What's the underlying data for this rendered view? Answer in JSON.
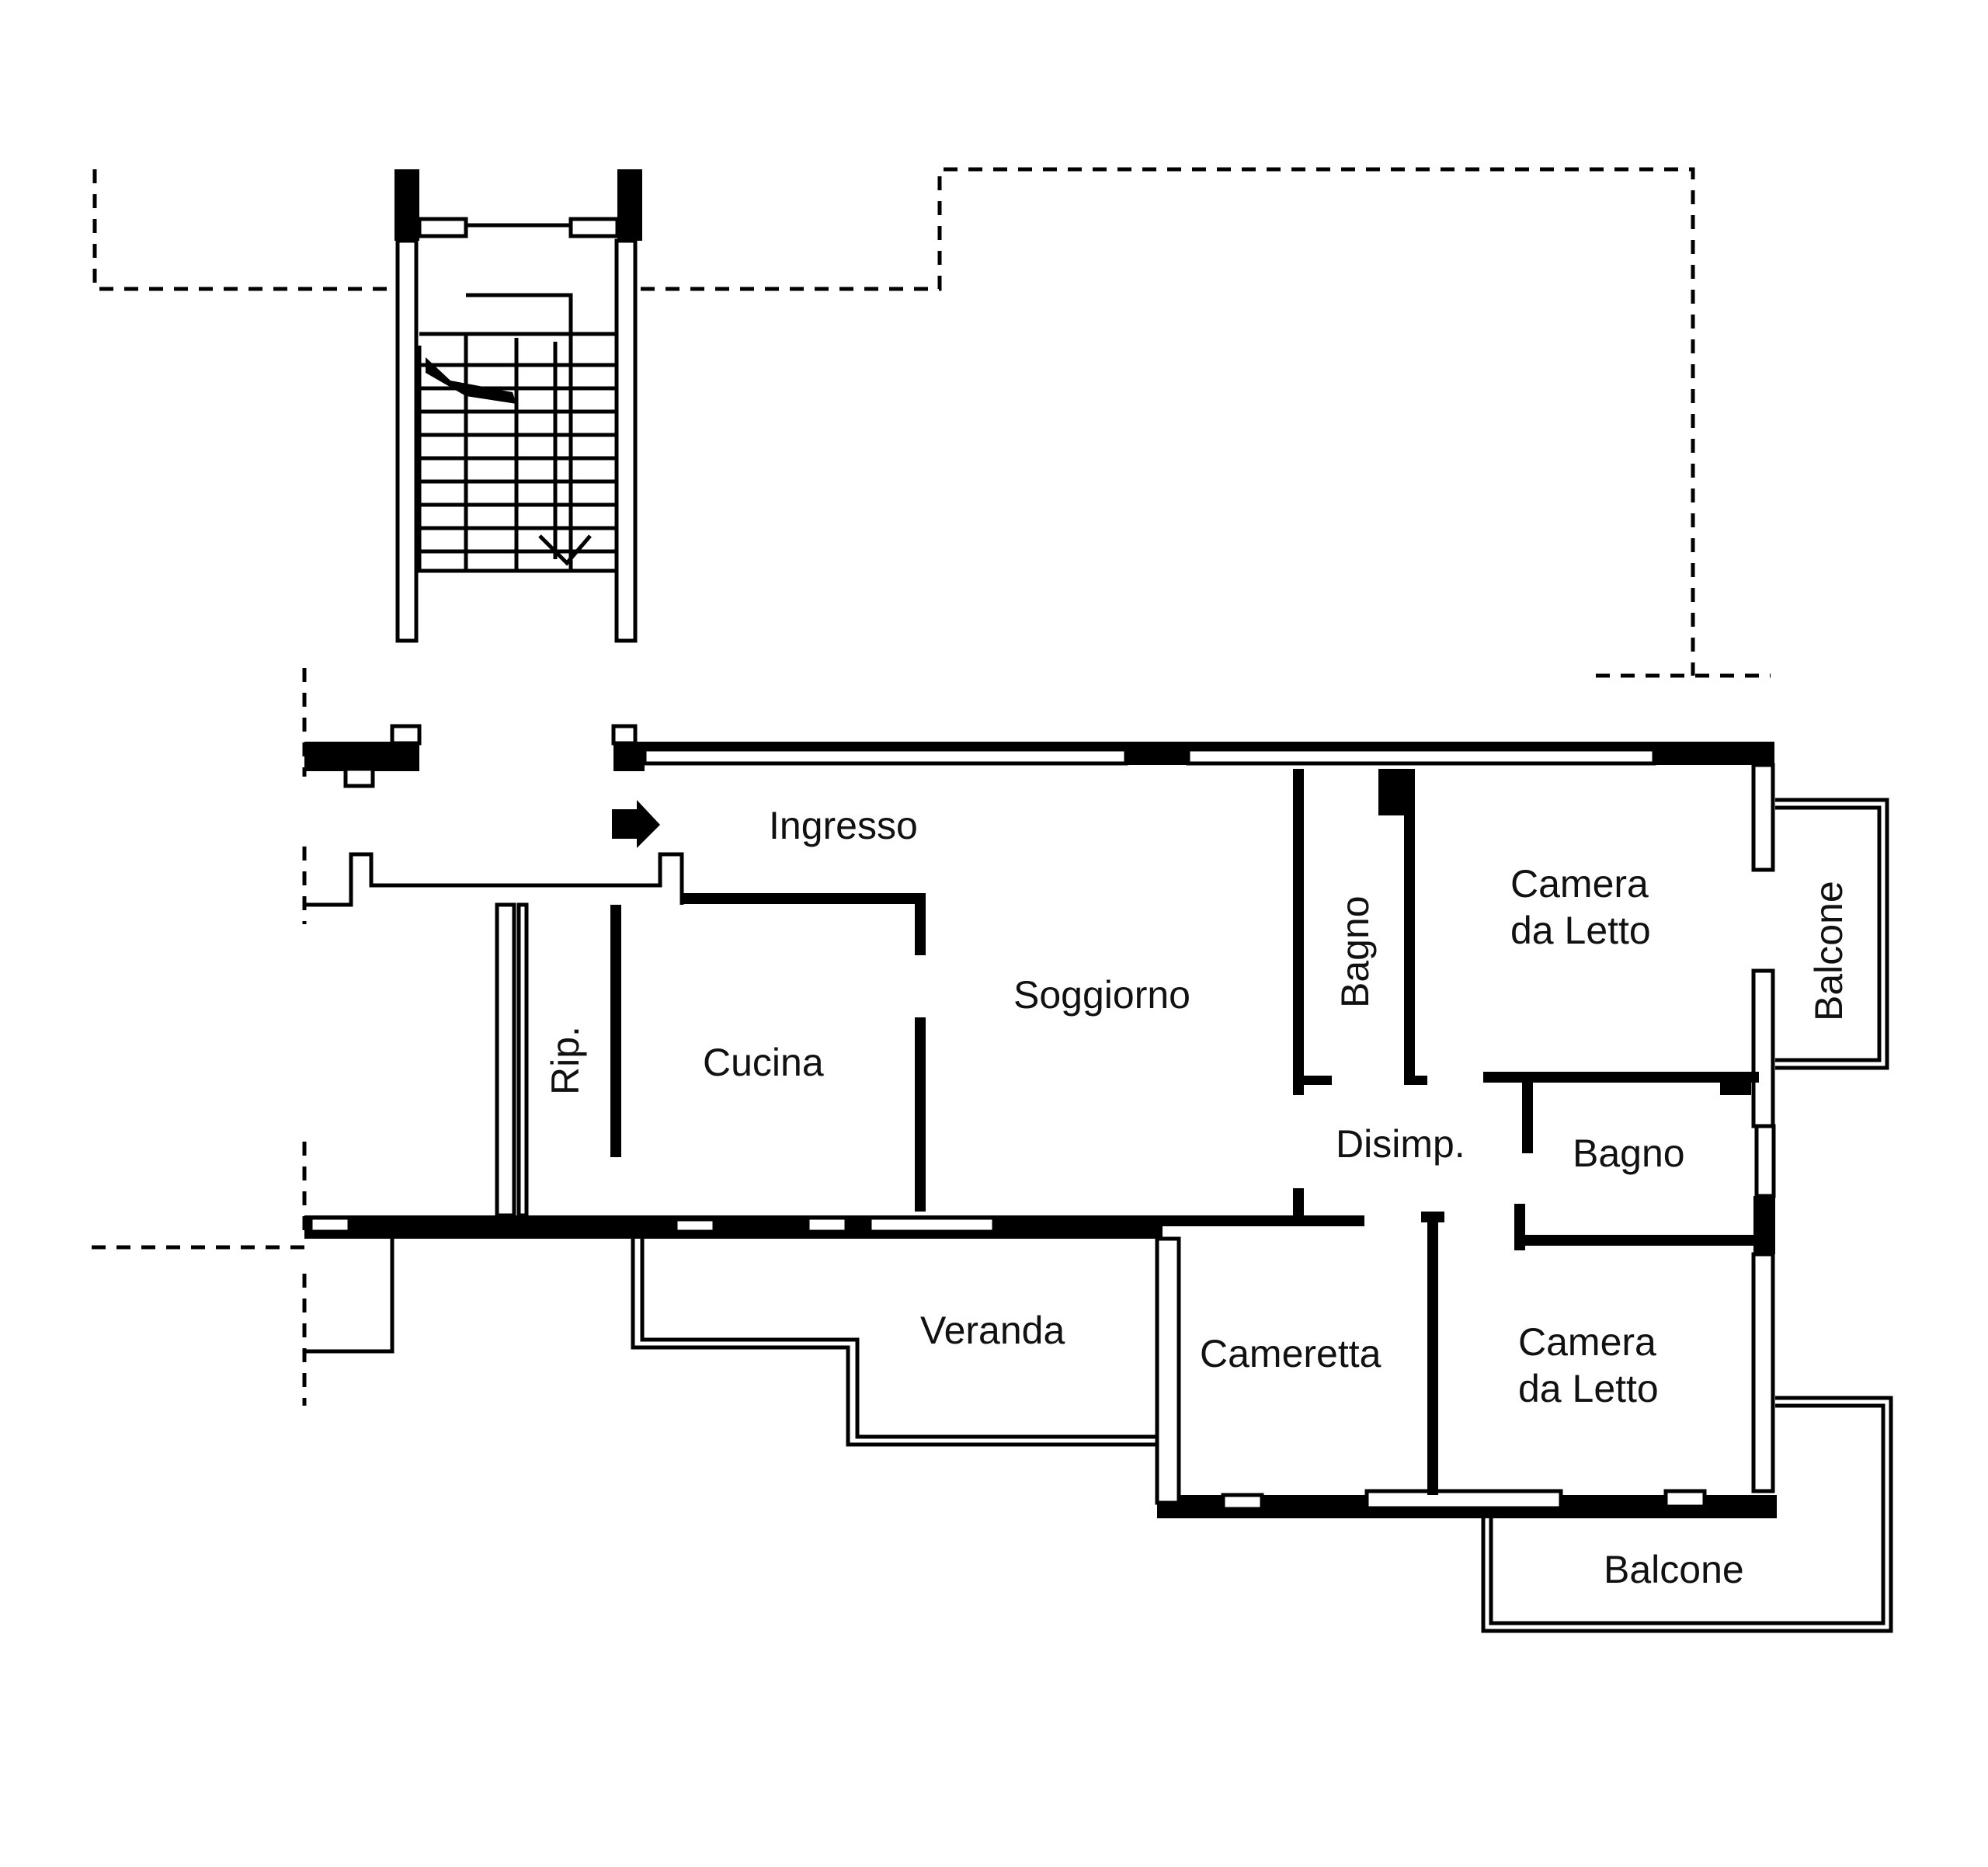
{
  "plan": {
    "rooms": {
      "ingresso": "Ingresso",
      "soggiorno": "Soggiorno",
      "cucina": "Cucina",
      "ripostiglio": "Rip.",
      "bagno_corridor": "Bagno",
      "camera_top_line1": "Camera",
      "camera_top_line2": "da Letto",
      "balcone_right": "Balcone",
      "disimpegno": "Disimp.",
      "bagno_right": "Bagno",
      "veranda": "Veranda",
      "cameretta": "Cameretta",
      "camera_bottom_line1": "Camera",
      "camera_bottom_line2": "da Letto",
      "balcone_bottom": "Balcone"
    },
    "icons": {
      "entrance": "entrance-arrow-icon",
      "stairs_direction": "stair-down-arrow-icon"
    }
  }
}
